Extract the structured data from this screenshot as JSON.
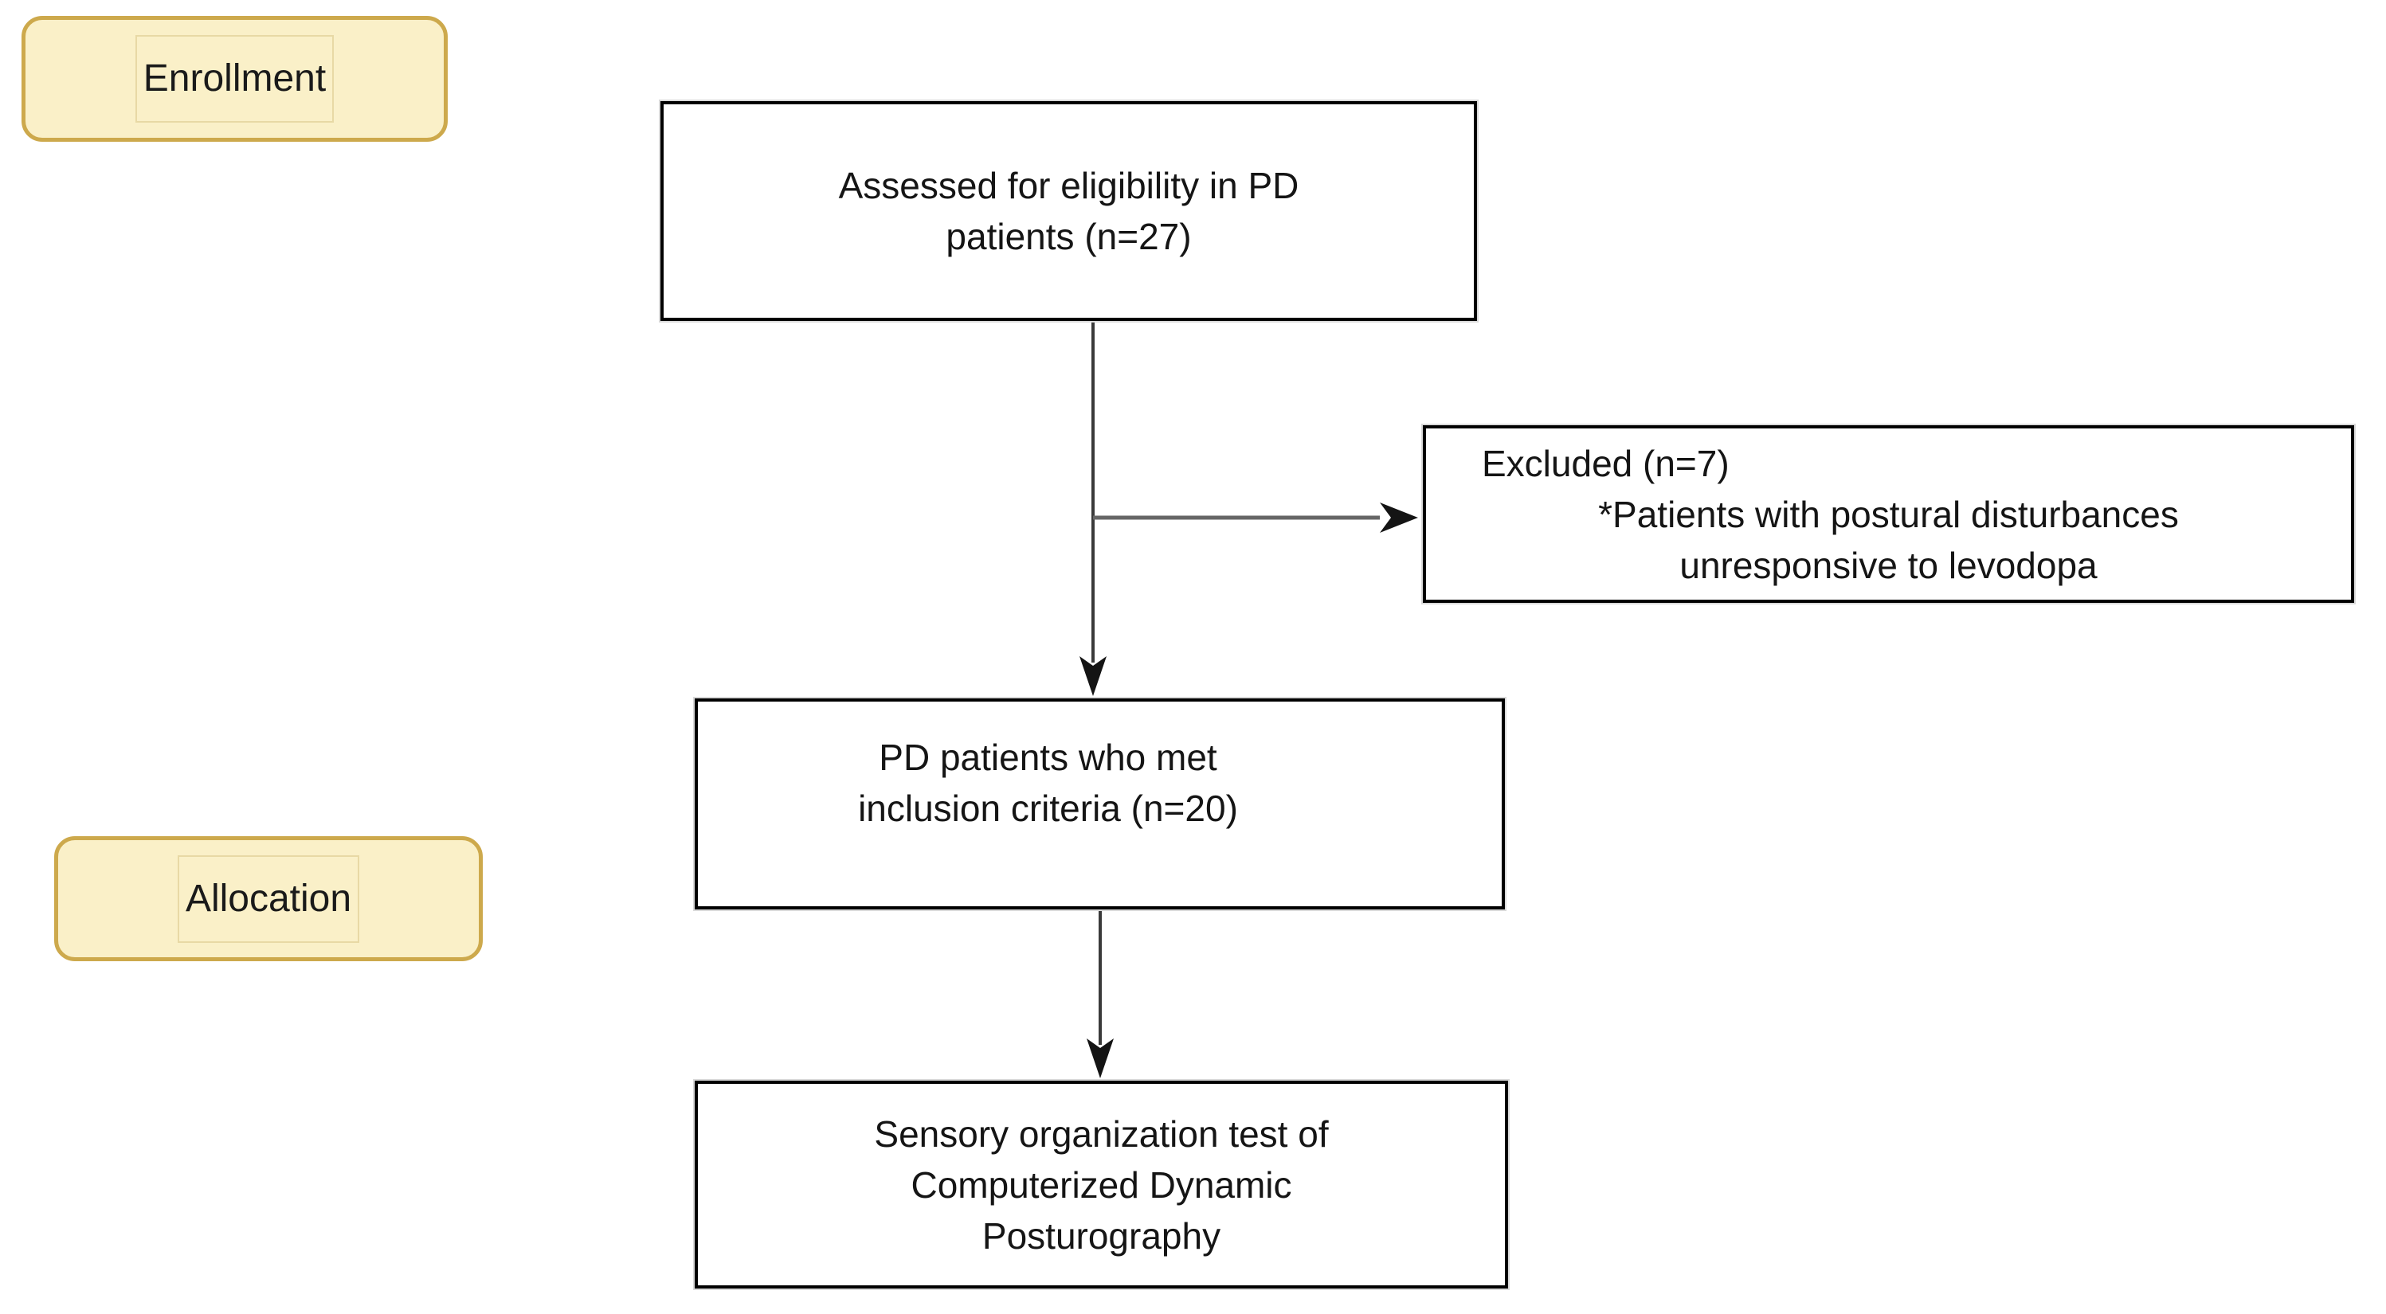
{
  "colors": {
    "background": "#FFFFFF",
    "flow_box_fill": "#FFFFFF",
    "flow_box_border": "#000000",
    "stage_badge_fill": "#FAF0C8",
    "stage_badge_border": "#CDA94C",
    "stage_badge_label_outline": "#E8D9A5",
    "text": "#151515",
    "arrow_line": "#3A3A3A",
    "arrow_head": "#141414"
  },
  "stage_badges": {
    "enrollment": {
      "label": "Enrollment"
    },
    "allocation": {
      "label": "Allocation"
    }
  },
  "flow_boxes": {
    "assessed": {
      "lines": [
        "Assessed for eligibility in PD",
        "patients (n=27)"
      ]
    },
    "excluded": {
      "lines": [
        "Excluded (n=7)",
        "*Patients with postural disturbances",
        "unresponsive to levodopa"
      ]
    },
    "included": {
      "lines": [
        "PD patients who met",
        "inclusion criteria (n=20)"
      ]
    },
    "outcome": {
      "lines": [
        "Sensory organization test of",
        "Computerized Dynamic",
        "Posturography"
      ]
    }
  }
}
